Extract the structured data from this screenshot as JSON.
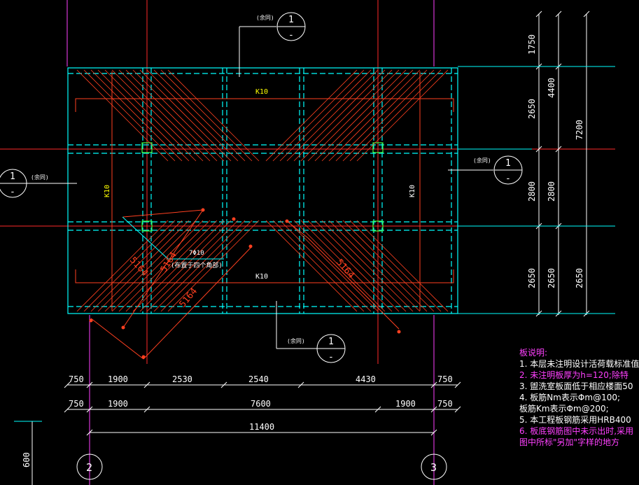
{
  "drawing": {
    "section_tag": "(余同)",
    "section_symbol": {
      "top": "1",
      "bottom": "-"
    },
    "slab_labels": [
      "K10",
      "K10",
      "K10",
      "K10"
    ],
    "bar_label": "7Φ10",
    "bar_note": "(布置于四个角部)",
    "diag_lengths": [
      "5164",
      "5164",
      "5164",
      "5164"
    ],
    "dims_bottom_row1": [
      "750",
      "1900",
      "2530",
      "2540",
      "4430",
      "750"
    ],
    "dims_bottom_row2": [
      "750",
      "1900",
      "7600",
      "1900",
      "750"
    ],
    "dim_total": "11400",
    "dims_right_inner": [
      "1750",
      "2650",
      "2800",
      "2650"
    ],
    "dims_right_mid": [
      "4400",
      "2800",
      "2650"
    ],
    "dim_right_total": "7200",
    "dim_left_bottom": "600",
    "axis_labels": [
      "2",
      "3"
    ]
  },
  "notes": {
    "title": "板说明:",
    "lines": [
      "1. 本层未注明设计活荷载标准值",
      "2. 未注明板厚为h=120;除特",
      "3. 盥洗室板面低于相应楼面50",
      "4. 板筋Nm表示Φm@100;",
      "   板筋Km表示Φm@200;",
      "5. 本工程板钢筋采用HRB400",
      "6. 板底钢筋图中未示出时,采用",
      "   图中所标\"另加\"字样的地方"
    ]
  },
  "colors": {
    "grid": "#00ffff",
    "axis": "#ff3030",
    "rebar": "#ff4020",
    "text": "#ffffff",
    "note": "#ff40ff"
  }
}
